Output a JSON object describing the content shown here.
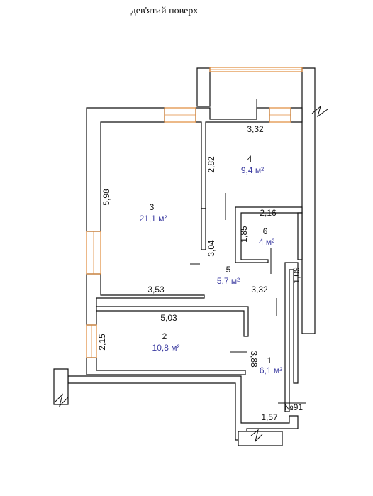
{
  "title": "дев'ятий поверх",
  "plan_number": "№91",
  "colors": {
    "area_text": "#3a3aa0",
    "window": "#e08a3a",
    "line": "#111111"
  },
  "rooms": [
    {
      "number": "1",
      "area": "6,1 м²"
    },
    {
      "number": "2",
      "area": "10,8 м²"
    },
    {
      "number": "3",
      "area": "21,1 м²"
    },
    {
      "number": "4",
      "area": "9,4 м²"
    },
    {
      "number": "5",
      "area": "5,7 м²"
    },
    {
      "number": "6",
      "area": "4 м²"
    }
  ],
  "dimensions": {
    "top_3_32": "3,32",
    "room4_2_82": "2,82",
    "room3_5_98": "5,98",
    "room6_2_16": "2,16",
    "room6_1_85": "1,85",
    "corridor_3_04": "3,04",
    "right_1_09": "1,09",
    "room3_3_53": "3,53",
    "mid_3_32": "3,32",
    "room2_5_03": "5,03",
    "room2_2_15": "2,15",
    "room1_3_88": "3,88",
    "bottom_1_57": "1,57"
  }
}
